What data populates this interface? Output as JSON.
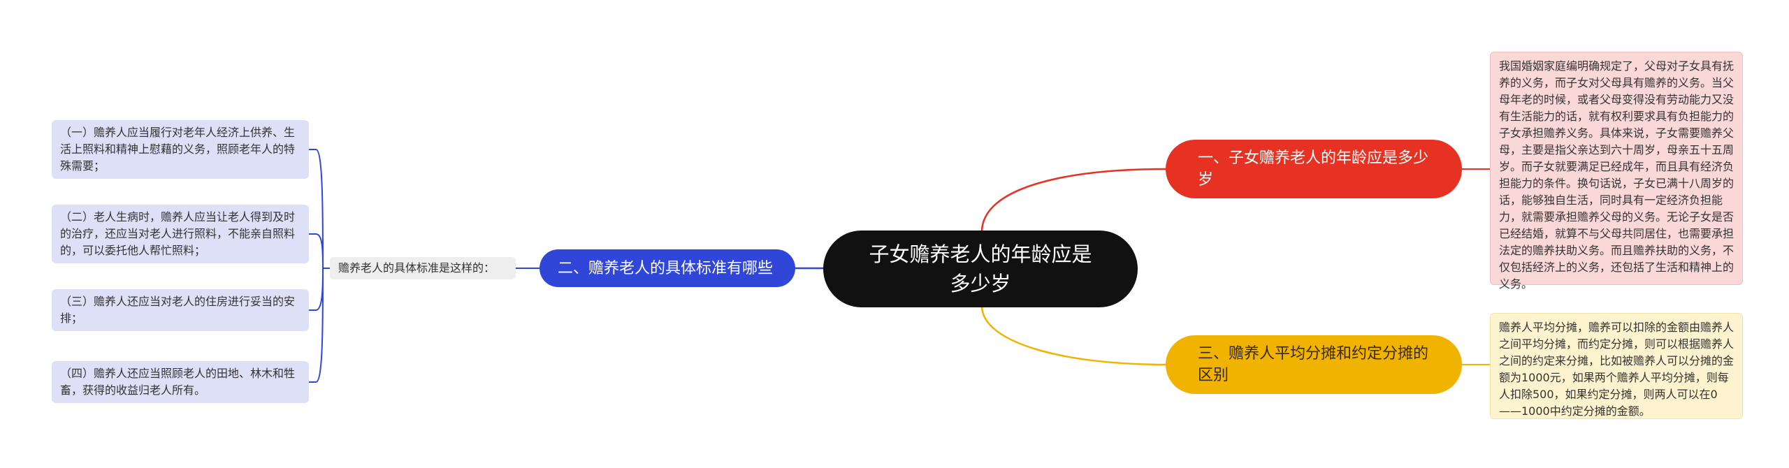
{
  "central": {
    "title": "子女赡养老人的年龄应是多少岁"
  },
  "branches": {
    "b1": {
      "label": "一、子女赡养老人的年龄应是多少岁",
      "color": "#e63123",
      "detail": "我国婚姻家庭编明确规定了，父母对子女具有抚养的义务，而子女对父母具有赡养的义务。当父母年老的时候，或者父母变得没有劳动能力又没有生活能力的话，就有权利要求具有负担能力的子女承担赡养义务。具体来说，子女需要赡养父母，主要是指父亲达到六十周岁，母亲五十五周岁。而子女就要满足已经成年，而且具有经济负担能力的条件。换句话说，子女已满十八周岁的话，能够独自生活，同时具有一定经济负担能力，就需要承担赡养父母的义务。无论子女是否已经结婚，就算不与父母共同居住，也需要承担法定的赡养扶助义务。而且赡养扶助的义务，不仅包括经济上的义务，还包括了生活和精神上的义务。"
    },
    "b2": {
      "label": "二、赡养老人的具体标准有哪些",
      "color": "#2f46d8",
      "intro": "赡养老人的具体标准是这样的：",
      "items": [
        "（一）赡养人应当履行对老年人经济上供养、生活上照料和精神上慰藉的义务，照顾老年人的特殊需要；",
        "（二）老人生病时，赡养人应当让老人得到及时的治疗，还应当对老人进行照料，不能亲自照料的，可以委托他人帮忙照料；",
        "（三）赡养人还应当对老人的住房进行妥当的安排；",
        "（四）赡养人还应当照顾老人的田地、林木和牲畜，获得的收益归老人所有。"
      ]
    },
    "b3": {
      "label": "三、赡养人平均分摊和约定分摊的区别",
      "color": "#f0b400",
      "detail": "赡养人平均分摊，赡养可以扣除的金额由赡养人之间平均分摊，而约定分摊，则可以根据赡养人之间的约定来分摊，比如被赡养人可以分摊的金额为1000元，如果两个赡养人平均分摊，则每人扣除500，如果约定分摊，则两人可以在0——1000中约定分摊的金额。"
    }
  },
  "colors": {
    "central_bg": "#111111",
    "leaf_bg": "#dde0f7",
    "mid_bg": "#eeeeee",
    "detail1_bg": "#fbd8d8",
    "detail3_bg": "#fdf3cf"
  }
}
